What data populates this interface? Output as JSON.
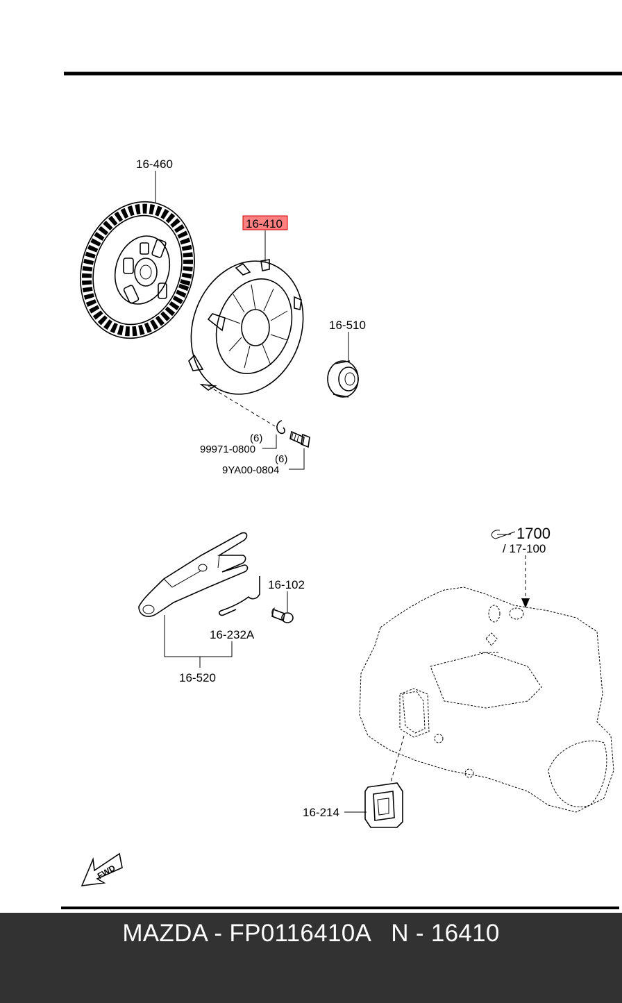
{
  "diagram": {
    "labels": {
      "clutch_disc": "16-460",
      "clutch_cover": "16-410",
      "release_bearing": "16-510",
      "washer": "99971-0800",
      "washer_qty": "(6)",
      "bolt": "9YA00-0804",
      "bolt_qty": "(6)",
      "transmission_ref": "1700",
      "transmission_sub": "/ 17-100",
      "pivot_bolt": "16-102",
      "spring_clip": "16-232A",
      "release_fork": "16-520",
      "dust_boot": "16-214",
      "fwd": "FWD"
    },
    "highlight_color": "#ff8080"
  },
  "footer": {
    "text": "MAZDA - FP0116410A   N - 16410"
  }
}
